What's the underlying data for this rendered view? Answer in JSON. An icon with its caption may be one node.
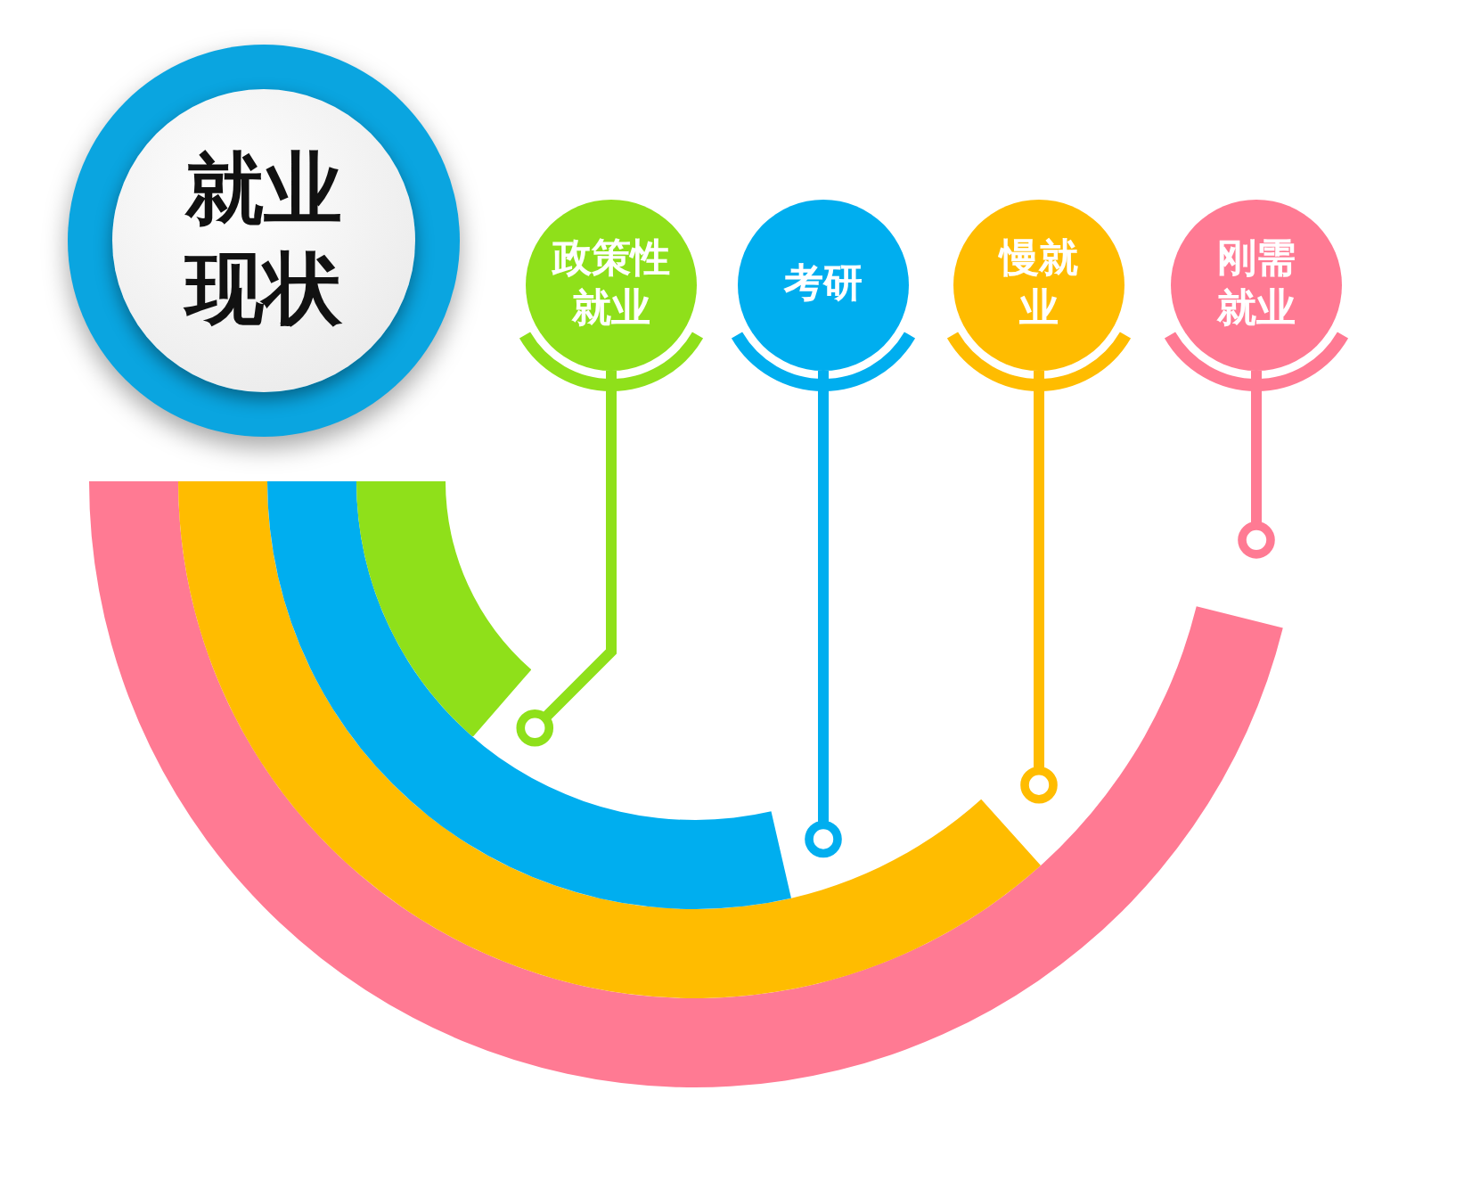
{
  "diagram": {
    "nodes": [
      {
        "text": [
          "就业现状"
        ]
      },
      {
        "text": [
          "政策性就业"
        ]
      },
      {
        "text": [
          "考研"
        ]
      },
      {
        "text": [
          "慢就业"
        ]
      },
      {
        "text": [
          "刚需就业"
        ]
      },
      {
        "text": [],
        "shape": "bar"
      },
      {
        "text": [],
        "shape": "bar"
      },
      {
        "text": [],
        "shape": "bar"
      },
      {
        "text": [],
        "shape": "bar"
      }
    ],
    "edges": [
      {
        "from": 1,
        "to": 8,
        "arrow": "other",
        "color": "#8fe01a"
      },
      {
        "from": 2,
        "to": 7,
        "arrow": "other",
        "color": "#00aeef"
      },
      {
        "from": 3,
        "to": 6,
        "arrow": "other",
        "color": "#ffbc00"
      },
      {
        "from": 4,
        "to": 5,
        "arrow": "other",
        "color": "#ff7a93"
      }
    ]
  }
}
